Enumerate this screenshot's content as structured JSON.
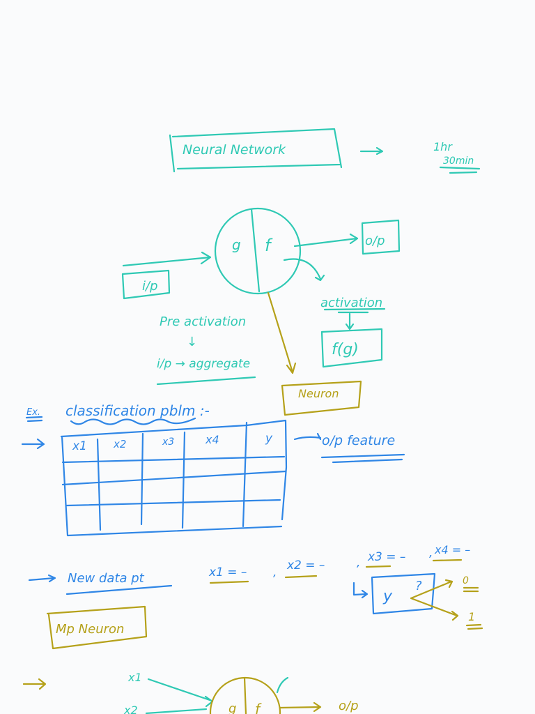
{
  "colors": {
    "background": "#fafbfc",
    "teal_ink": "#2fc9b4",
    "blue_ink": "#2f86e6",
    "olive_ink": "#b5a11a"
  },
  "title_box": {
    "label": "Neural  Network"
  },
  "duration": {
    "line1": "1hr",
    "line2": "30min"
  },
  "neuron_diagram": {
    "left_half": "g",
    "right_half": "f",
    "input_label": "i/p",
    "output_label": "o/p",
    "pre_activation": "Pre activation",
    "pre_activation_arrow": "↓",
    "aggregate": "i/p → aggregate",
    "activation": "activation",
    "activation_arrow": "↓",
    "activation_fn": "f(g)",
    "neuron_label": "Neuron"
  },
  "example": {
    "prefix": "Ex.",
    "title": "classification pblm :-",
    "table": {
      "headers": [
        "x1",
        "x2",
        "x3",
        "x4",
        "y"
      ],
      "header_display": [
        {
          "base": "x",
          "sub": "1"
        },
        {
          "base": "x",
          "sub": "2"
        },
        {
          "base": "x",
          "sub": "3"
        },
        {
          "base": "x",
          "sub": "4"
        },
        {
          "base": "y",
          "sub": ""
        }
      ],
      "rows": [
        [
          "",
          "",
          "",
          "",
          ""
        ],
        [
          "",
          "",
          "",
          "",
          ""
        ],
        [
          "",
          "",
          "",
          "",
          ""
        ]
      ]
    },
    "output_feature": "o/p feature"
  },
  "new_data": {
    "label": "New data pt",
    "values": [
      {
        "name": "x1",
        "value": "x1 = –"
      },
      {
        "name": "x2",
        "value": "x2 = –"
      },
      {
        "name": "x3",
        "value": "x3 = –"
      },
      {
        "name": "x4",
        "value": "x4 = –"
      }
    ],
    "separator": ",",
    "target": "y",
    "target_unknown": "?",
    "class_0": "0",
    "class_1": "1"
  },
  "mp_neuron": {
    "label": "Mp Neuron",
    "inputs": [
      "x1",
      "x2"
    ],
    "left_half": "g",
    "right_half": "f",
    "output": "o/p"
  }
}
